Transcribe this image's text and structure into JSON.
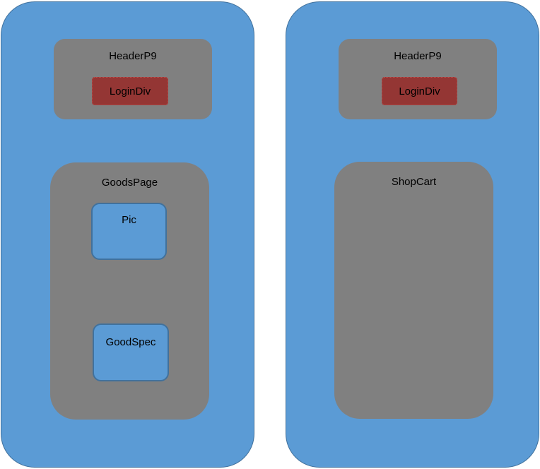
{
  "left_panel": {
    "header": {
      "title": "HeaderP9",
      "login": "LoginDiv"
    },
    "content": {
      "title": "GoodsPage",
      "pic": "Pic",
      "spec": "GoodSpec"
    }
  },
  "right_panel": {
    "header": {
      "title": "HeaderP9",
      "login": "LoginDiv"
    },
    "content": {
      "title": "ShopCart"
    }
  },
  "colors": {
    "container": "#5b9bd5",
    "box": "#808080",
    "login": "#943634"
  }
}
